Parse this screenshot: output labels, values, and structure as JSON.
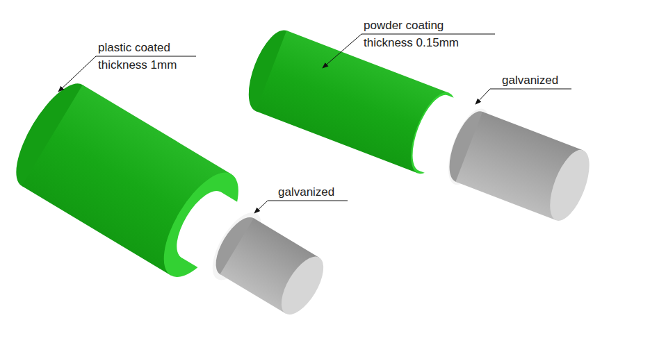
{
  "diagram": {
    "labels": [
      "plastic coated",
      "thickness 1mm",
      "powder coating",
      "thickness 0.15mm",
      "galvanized",
      "galvanized"
    ]
  }
}
